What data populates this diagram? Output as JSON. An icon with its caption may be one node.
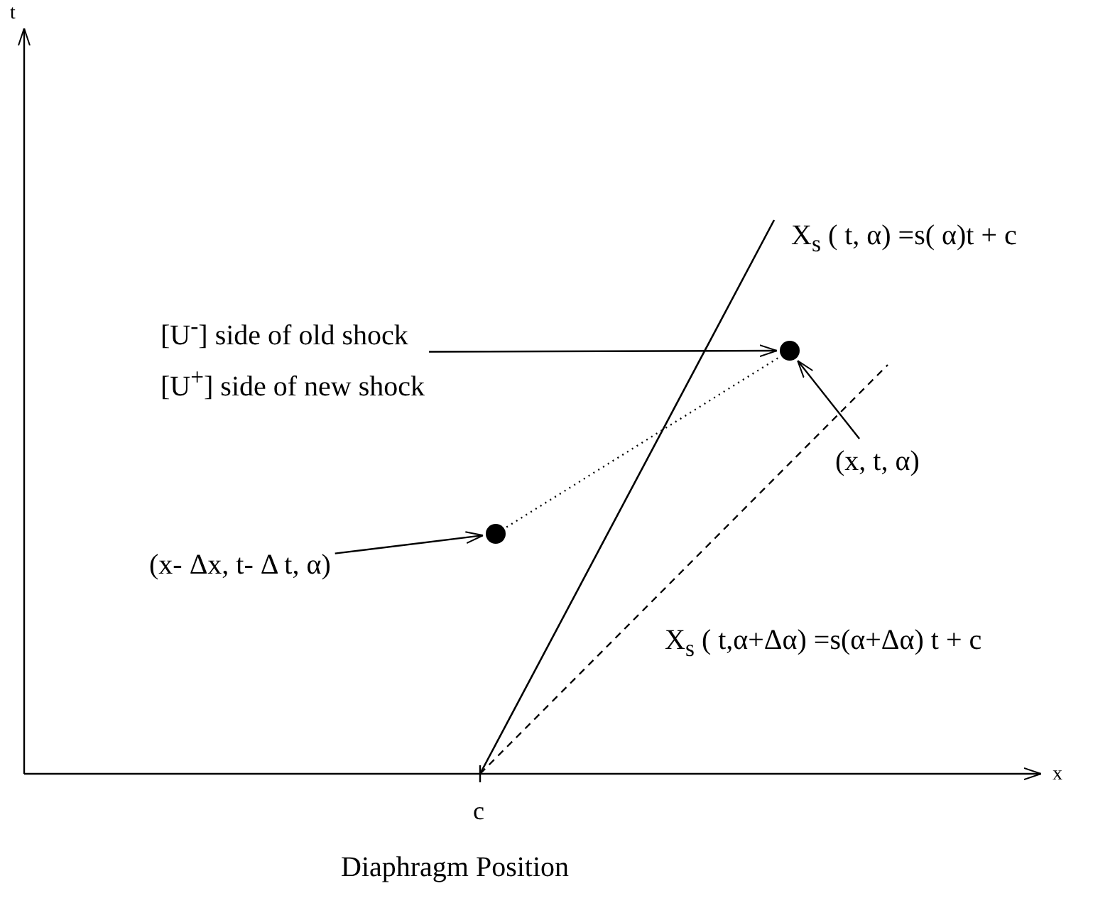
{
  "diagram": {
    "nodes": [
      {
        "text": [
          "[U$^{-}$]  side of  old shock",
          "[U$^{+}$]  side of new shock"
        ]
      },
      {
        "text": [],
        "shape": "circle"
      },
      {
        "text": [
          "(x, t, α)"
        ]
      },
      {
        "text": [],
        "shape": "circle"
      },
      {
        "text": [
          "(x- Δx, t- Δ t,  α)"
        ]
      }
    ],
    "edges": [
      {
        "from": 0,
        "to": 1,
        "arrow": "to"
      },
      {
        "from": 2,
        "to": 1,
        "arrow": "to"
      },
      {
        "from": 4,
        "to": 3,
        "arrow": "to"
      },
      {
        "from": 3,
        "to": 1,
        "arrow": "none",
        "style": "dashed"
      }
    ],
    "labels": [
      "t",
      "X$_{s}$ ( t, α) =s( α)t  + c",
      "X$_{s}$ ( t,α+Δα) =s(α+Δα) t  + c",
      "x",
      "c",
      "Diaphragm Position"
    ]
  }
}
